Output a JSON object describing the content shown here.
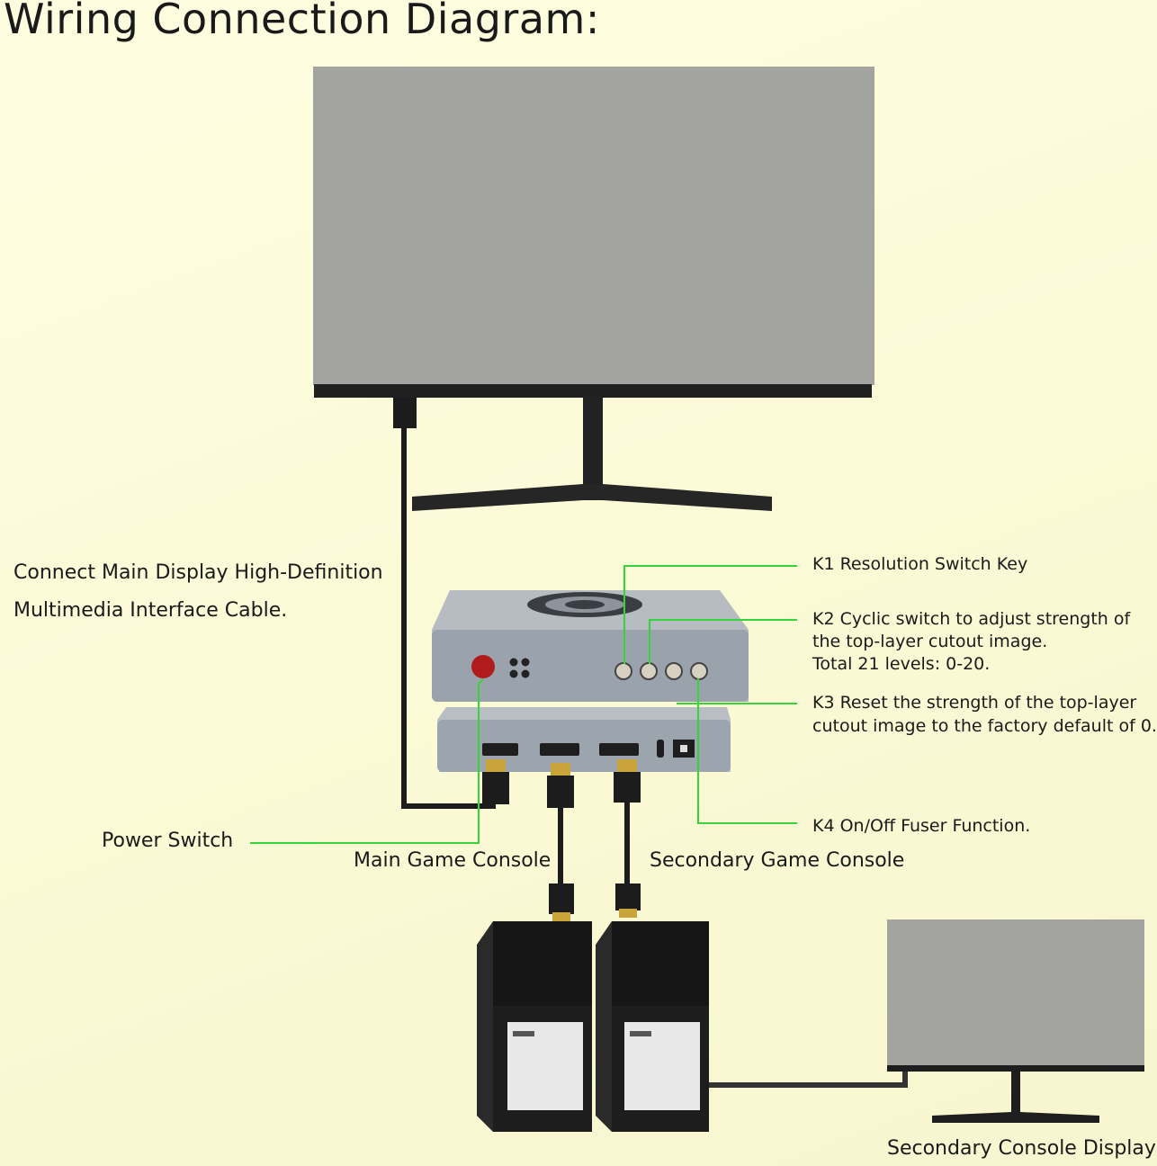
{
  "title": "Wiring Connection Diagram:",
  "labels": {
    "hdmi_line1": "Connect Main Display High-Definition",
    "hdmi_line2": "Multimedia Interface Cable.",
    "k1": "K1 Resolution Switch Key",
    "k2_line1": "K2 Cyclic switch to adjust strength of",
    "k2_line2": "the top-layer cutout image.",
    "k2_line3": "Total 21 levels: 0-20.",
    "k3_line1": "K3 Reset the strength of the top-layer",
    "k3_line2": "cutout image to the factory default of 0.",
    "k4": "K4 On/Off Fuser Function.",
    "power_switch": "Power Switch",
    "main_console": "Main Game Console",
    "secondary_console": "Secondary Game Console",
    "secondary_display": "Secondary Console Display"
  },
  "colors": {
    "leader_line": "#35d43a",
    "screen": "#a3a39f",
    "frame": "#222222",
    "device": "#9ea6ae",
    "cable": "#1c1c1c"
  }
}
